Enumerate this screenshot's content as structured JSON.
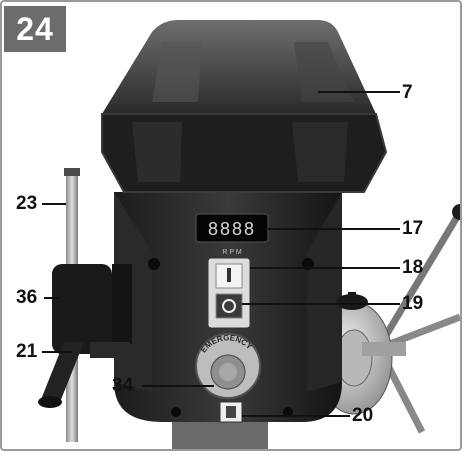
{
  "figure": {
    "number": "24"
  },
  "panel": {
    "digits": "8888",
    "unit": "R P M",
    "emergency": "EMERGENCY"
  },
  "callouts": {
    "c7": "7",
    "c17": "17",
    "c18": "18",
    "c19": "19",
    "c20": "20",
    "c21": "21",
    "c23": "23",
    "c34": "34",
    "c36": "36"
  }
}
